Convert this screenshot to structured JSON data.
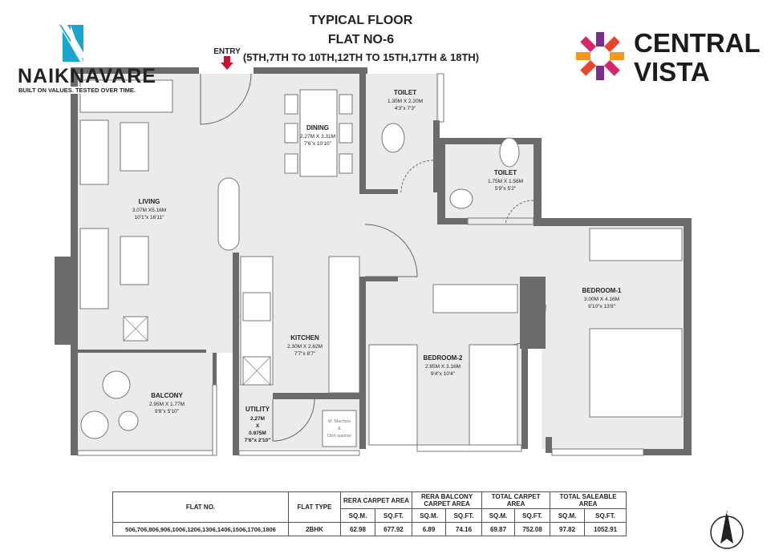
{
  "header": {
    "title": "TYPICAL FLOOR",
    "flat": "FLAT NO-6",
    "floors": "(5TH,7TH TO 10TH,12TH TO 15TH,17TH & 18TH)"
  },
  "developer_logo": {
    "name": "NAIKNAVARE",
    "tagline": "BUILT ON VALUES. TESTED OVER TIME.",
    "color": "#1aa6cf"
  },
  "project_logo": {
    "line1": "CENTRAL",
    "line2": "VISTA",
    "colors": [
      "#7b2d8e",
      "#e8452c",
      "#f39a1e",
      "#d6246e"
    ]
  },
  "plan": {
    "entry": "ENTRY",
    "rooms": [
      {
        "name": "LIVING",
        "size_m": "3.07M X5.16M",
        "size_ft": "10'1\"x 16'11\""
      },
      {
        "name": "DINING",
        "size_m": "2.27M X 3.31M",
        "size_ft": "7'6\"x 10'10\""
      },
      {
        "name": "TOILET",
        "size_m": "1.30M X 2.20M",
        "size_ft": "4'3\"x 7'3\""
      },
      {
        "name": "TOILET",
        "size_m": "1.75M X 1.56M",
        "size_ft": "5'9\"x 5'2\""
      },
      {
        "name": "KITCHEN",
        "size_m": "2.30M X 2.62M",
        "size_ft": "7'7\"x 8'7\""
      },
      {
        "name": "BEDROOM-2",
        "size_m": "2.85M X 3.16M",
        "size_ft": "9'4\"x 10'4\""
      },
      {
        "name": "BEDROOM-1",
        "size_m": "3.00M X 4.16M",
        "size_ft": "9'10\"x 13'8\""
      },
      {
        "name": "BALCONY",
        "size_m": "2.95M X 1.77M",
        "size_ft": "9'8\"x 5'10\""
      },
      {
        "name": "UTILITY",
        "size_m1": "2.27M",
        "x": "X",
        "size_m2": "0.875M",
        "size_ft": "7'6\"x 2'10\""
      }
    ],
    "appliance_1": "W. Machine",
    "appliance_2": "&",
    "appliance_3": "Dish washer"
  },
  "table": {
    "headers": {
      "flat_no": "FLAT NO.",
      "flat_type": "FLAT TYPE",
      "rera_carpet": "RERA CARPET AREA",
      "rera_balcony": "RERA BALCONY CARPET AREA",
      "total_carpet": "TOTAL CARPET AREA",
      "total_saleable": "TOTAL SALEABLE AREA",
      "sqm": "SQ.M.",
      "sqft": "SQ.FT."
    },
    "row": {
      "flat_no": "506,706,806,906,1006,1206,1306,1406,1506,1706,1806",
      "flat_type": "2BHK",
      "values": [
        "62.98",
        "677.92",
        "6.89",
        "74.16",
        "69.87",
        "752.08",
        "97.82",
        "1052.91"
      ]
    }
  },
  "compass": {
    "label": "N"
  }
}
